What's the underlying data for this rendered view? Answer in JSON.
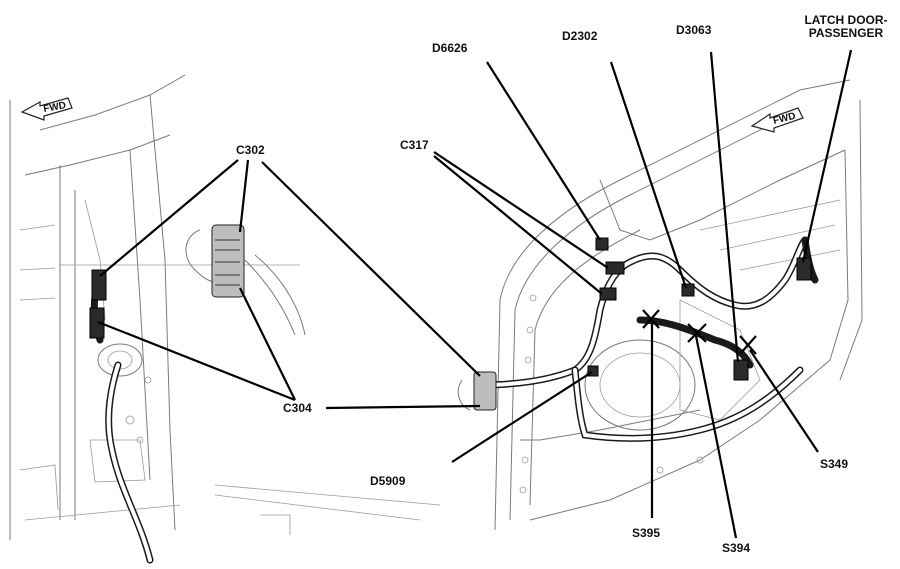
{
  "labels": {
    "d6626": "D6626",
    "d2302": "D2302",
    "d3063": "D3063",
    "latch_line1": "LATCH DOOR-",
    "latch_line2": "PASSENGER",
    "c302": "C302",
    "c317": "C317",
    "c304": "C304",
    "d5909": "D5909",
    "s349": "S349",
    "s395": "S395",
    "s394": "S394"
  },
  "fwd_arrows": [
    "FWD",
    "FWD"
  ],
  "colors": {
    "line": "#000000",
    "artwork": "#7a7a7a",
    "background": "#ffffff"
  }
}
